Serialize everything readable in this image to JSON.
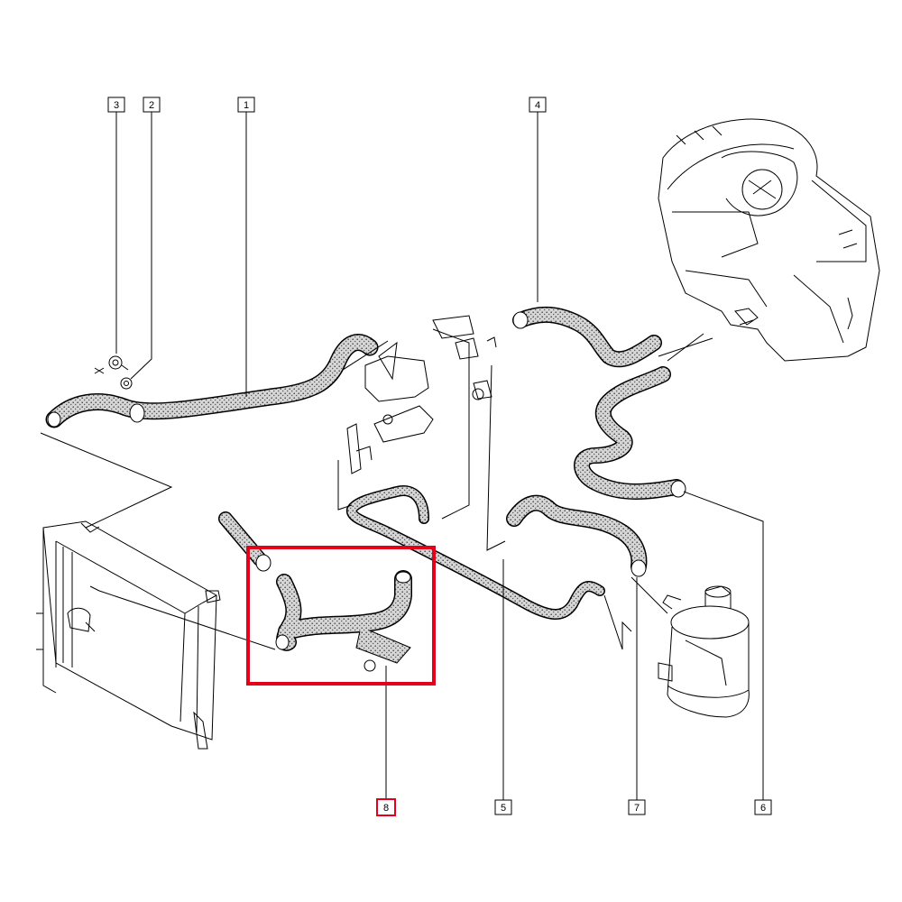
{
  "colors": {
    "line": "#000000",
    "hose_fill": "#d9d9d9",
    "highlight": "#e3001b",
    "background": "#ffffff"
  },
  "callouts": [
    {
      "id": "1",
      "label": "1",
      "highlighted": false
    },
    {
      "id": "2",
      "label": "2",
      "highlighted": false
    },
    {
      "id": "3",
      "label": "3",
      "highlighted": false
    },
    {
      "id": "4",
      "label": "4",
      "highlighted": false
    },
    {
      "id": "5",
      "label": "5",
      "highlighted": false
    },
    {
      "id": "6",
      "label": "6",
      "highlighted": false
    },
    {
      "id": "7",
      "label": "7",
      "highlighted": false
    },
    {
      "id": "8",
      "label": "8",
      "highlighted": true
    }
  ],
  "highlighted_part": "8"
}
